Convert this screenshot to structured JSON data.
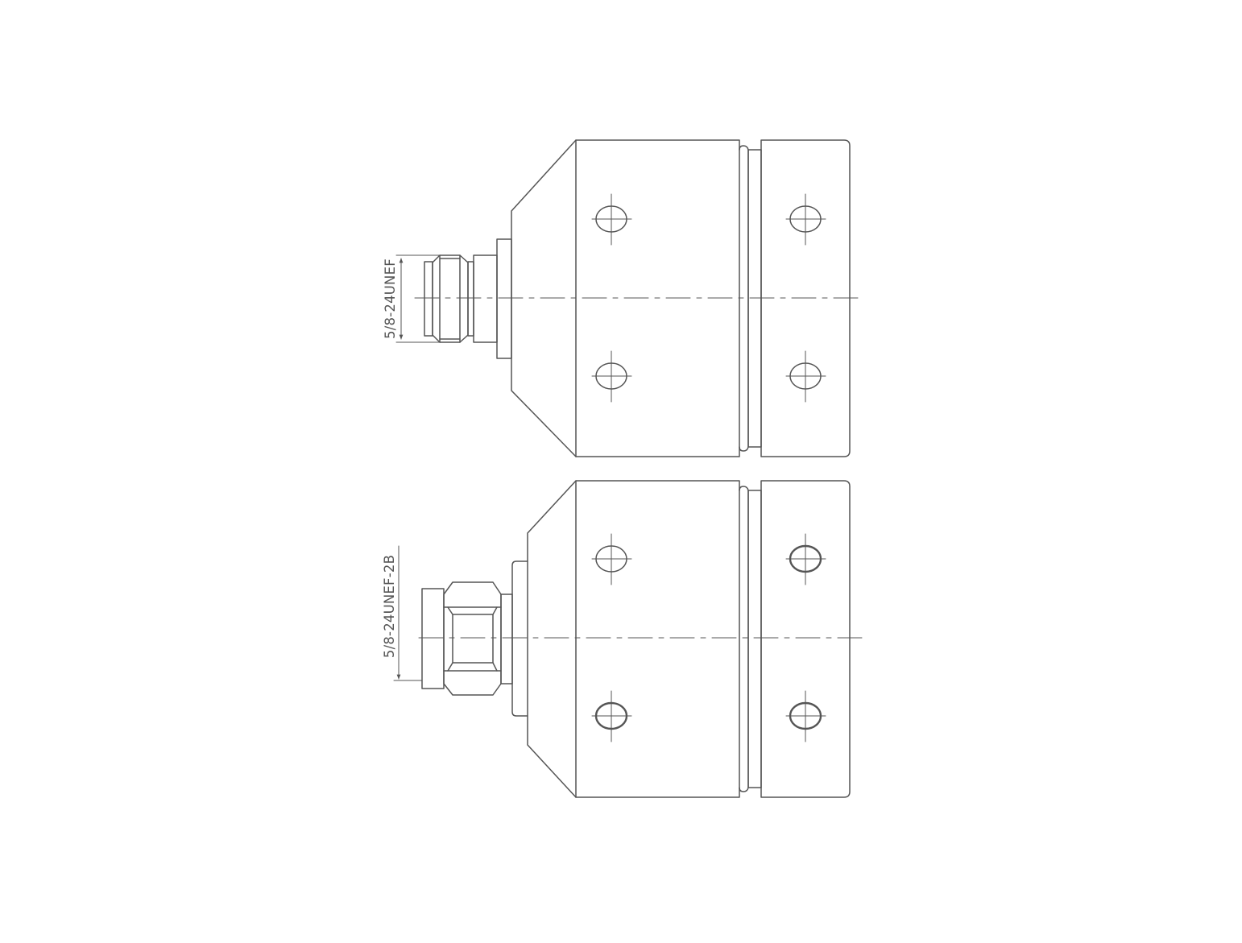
{
  "colors": {
    "background": "#ffffff",
    "stroke": "#555555"
  },
  "diagram": {
    "connectors": [
      {
        "id": "top",
        "thread_label": "5/8-24UNEF"
      },
      {
        "id": "bottom",
        "thread_label": "5/8-24UNEF-2B"
      }
    ]
  }
}
